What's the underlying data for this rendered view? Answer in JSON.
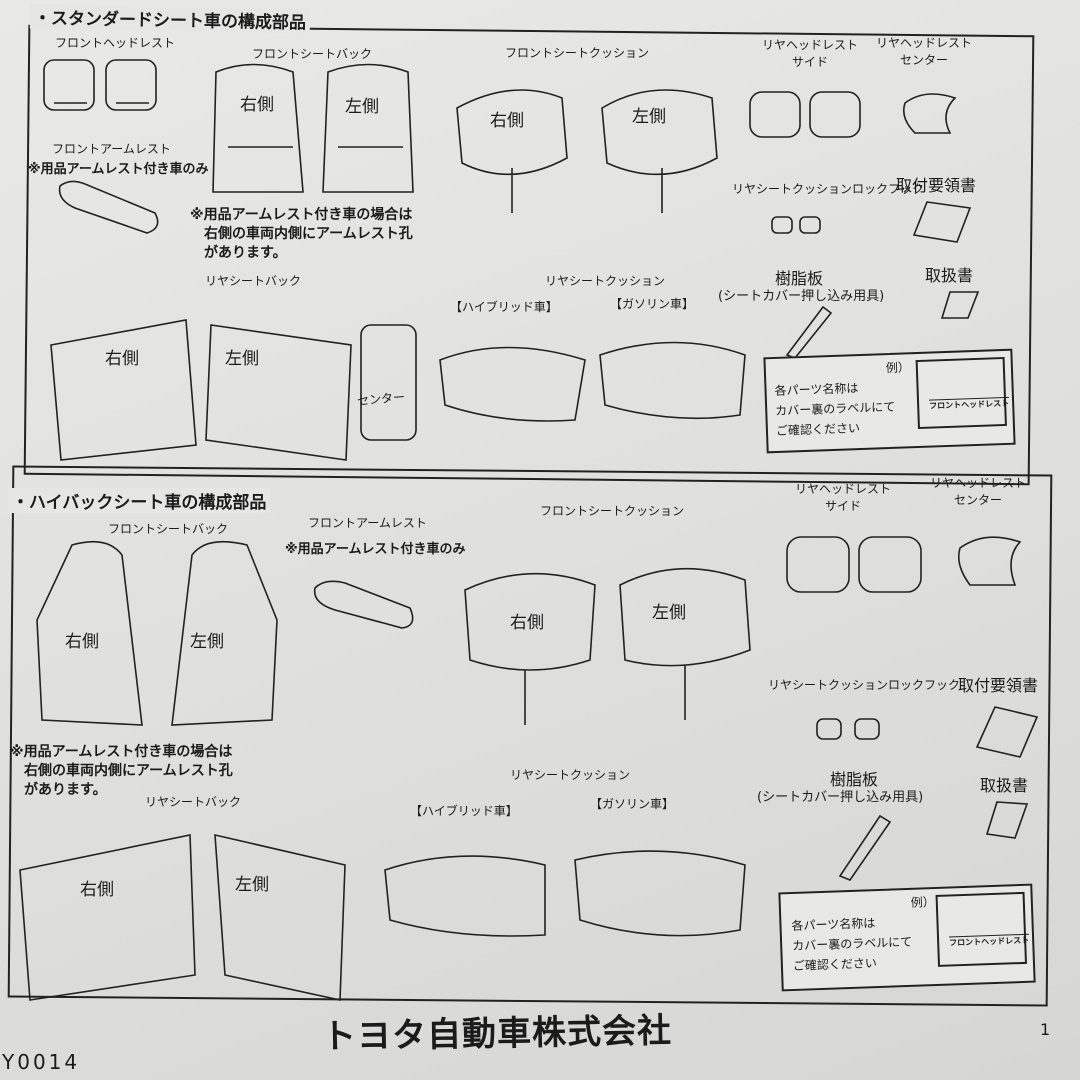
{
  "standard": {
    "title": "・スタンダードシート車の構成部品",
    "front_headrest": "フロントヘッドレスト",
    "front_seatback": "フロントシートバック",
    "front_cushion": "フロントシートクッション",
    "rear_headrest_side": [
      "リヤヘッドレスト",
      "サイド"
    ],
    "rear_headrest_center": [
      "リヤヘッドレスト",
      "センター"
    ],
    "front_armrest": "フロントアームレスト",
    "armrest_note": "※用品アームレスト付き車のみ",
    "armrest_hole_note": "※用品アームレスト付き車の場合は\n　右側の車両内側にアームレスト孔\n　があります。",
    "right": "右側",
    "left": "左側",
    "center": "センター",
    "rear_lock_hook": "リヤシートクッションロックフック",
    "install_manual": "取付要領書",
    "rear_seatback": "リヤシートバック",
    "rear_cushion": "リヤシートクッション",
    "hybrid": "【ハイブリッド車】",
    "gasoline": "【ガソリン車】",
    "resin_plate": "樹脂板",
    "resin_plate_sub": "(シートカバー押し込み用具)",
    "owners_manual": "取扱書",
    "info_box": {
      "example": "例）",
      "text": "各パーツ名称は\nカバー裏のラベルにて\nご確認ください",
      "label_sample": "フロントヘッドレスト"
    }
  },
  "highback": {
    "title": "・ハイバックシート車の構成部品",
    "front_seatback": "フロントシートバック",
    "front_armrest": "フロントアームレスト",
    "armrest_note": "※用品アームレスト付き車のみ",
    "front_cushion": "フロントシートクッション",
    "rear_headrest_side": [
      "リヤヘッドレスト",
      "サイド"
    ],
    "rear_headrest_center": [
      "リヤヘッドレスト",
      "センター"
    ],
    "armrest_hole_note": "※用品アームレスト付き車の場合は\n　右側の車両内側にアームレスト孔\n　があります。",
    "right": "右側",
    "left": "左側",
    "rear_lock_hook": "リヤシートクッションロックフック",
    "install_manual": "取付要領書",
    "rear_seatback": "リヤシートバック",
    "rear_cushion": "リヤシートクッション",
    "hybrid": "【ハイブリッド車】",
    "gasoline": "【ガソリン車】",
    "resin_plate": "樹脂板",
    "resin_plate_sub": "(シートカバー押し込み用具)",
    "owners_manual": "取扱書",
    "info_box": {
      "example": "例）",
      "text": "各パーツ名称は\nカバー裏のラベルにて\nご確認ください",
      "label_sample": "フロントヘッドレスト"
    }
  },
  "footer": {
    "page_number": "1",
    "company": "トヨタ自動車株式会社",
    "doc_code": "Y0014"
  }
}
